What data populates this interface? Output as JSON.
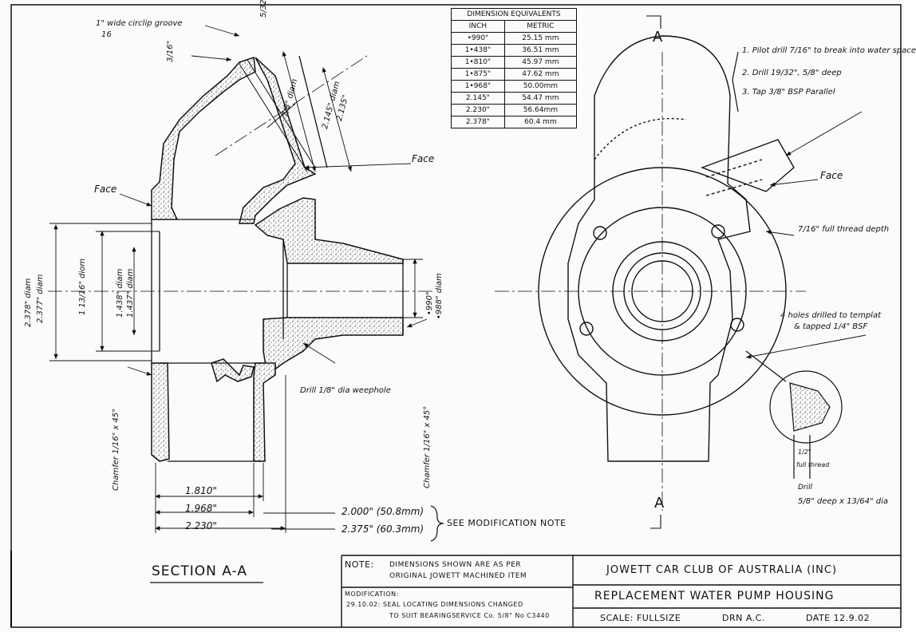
{
  "equivalents": {
    "title": "DIMENSION EQUIVALENTS",
    "col_inch": "INCH",
    "col_metric": "METRIC",
    "rows": [
      {
        "inch": "•990\"",
        "metric": "25.15 mm"
      },
      {
        "inch": "1•438\"",
        "metric": "36.51 mm"
      },
      {
        "inch": "1•810\"",
        "metric": "45.97 mm"
      },
      {
        "inch": "1•875\"",
        "metric": "47.62 mm"
      },
      {
        "inch": "1•968\"",
        "metric": "50.00mm"
      },
      {
        "inch": "2.145\"",
        "metric": "54.47 mm"
      },
      {
        "inch": "2.230\"",
        "metric": "56.64mm"
      },
      {
        "inch": "2.378\"",
        "metric": "60.4 mm"
      }
    ]
  },
  "section_view": {
    "circlip_note": "1\" wide circlip groove",
    "circlip_frac": "16",
    "groove_dim": "5/32\"",
    "depth_dim": "3/16\"",
    "dia_7_8": "7/8\" diam",
    "dia_2145": "2.145\" diam",
    "dia_2135": "2.135\"",
    "face_top": "Face",
    "face_left": "Face",
    "dia_2378": "2.378\" diam",
    "dia_2377": "2.377\" diam",
    "dia_1_13_16": "1 13/16\" diom",
    "dia_1438": "1.438\" diam",
    "dia_1437": "1.437\" diam",
    "dia_990": "•990\"",
    "dia_988": "•988\" diam",
    "weep_hole": "Drill 1/8\" dia weephole",
    "chamfer_left": "Chamfer 1/16\" x 45°",
    "chamfer_right": "Chamfer 1/16\" x 45°",
    "len_1810": "1.810\"",
    "len_1968": "1.968\"",
    "len_2230": "2.230\"",
    "len_2000": "2.000\" (50.8mm)",
    "len_2375": "2.375\" (60.3mm)",
    "modification_ref": "SEE MODIFICATION NOTE",
    "section_label": "SECTION A-A"
  },
  "end_view": {
    "cut_label_top": "A",
    "cut_label_bottom": "A",
    "step1": "1. Pilot drill 7/16\" to break into water space",
    "step2": "2. Drill 19/32\", 5/8\" deep",
    "step3": "3. Tap 3/8\" BSP Parallel",
    "face": "Face",
    "thread_depth": "7/16\" full thread depth",
    "holes_note_1": "4 holes drilled to templat",
    "holes_note_2": "& tapped 1/4\" BSF",
    "detail_half": "1/2\"",
    "detail_full": "full thread",
    "detail_drill": "Drill",
    "detail_drill_size": "5/8\" deep x 13/64\" dia"
  },
  "title_block": {
    "note_label": "NOTE:",
    "note_text_1": "DIMENSIONS SHOWN ARE AS PER",
    "note_text_2": "ORIGINAL JOWETT MACHINED ITEM",
    "mod_label": "MODIFICATION:",
    "mod_text_1": "29.10.02: SEAL LOCATING DIMENSIONS CHANGED",
    "mod_text_2": "TO SUIT BEARINGSERVICE Co. 5/8\" No C3440",
    "club": "JOWETT CAR CLUB OF AUSTRALIA (INC)",
    "part_title": "REPLACEMENT WATER PUMP HOUSING",
    "scale": "SCALE: FULLSIZE",
    "drawn_by": "DRN A.C.",
    "date": "DATE 12.9.02"
  }
}
